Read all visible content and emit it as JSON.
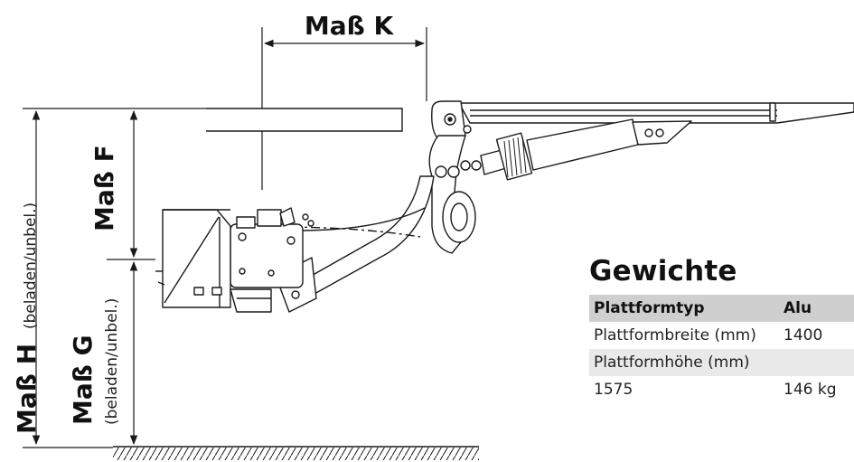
{
  "dimensions": {
    "k": "Maß K",
    "f": "Maß F",
    "h": "Maß H",
    "h_note": "(beladen/unbel.)",
    "g": "Maß G",
    "g_note": "(beladen/unbel.)"
  },
  "weights": {
    "title": "Gewichte",
    "header": [
      "Plattformtyp",
      "Alu"
    ],
    "rows": [
      [
        "Plattformbreite (mm)",
        "1400"
      ],
      [
        "Plattformhöhe (mm)",
        ""
      ],
      [
        "1575",
        "146 kg"
      ]
    ]
  },
  "colors": {
    "line": "#1a1a1a",
    "header_bg": "#cfcfcf",
    "row_bg": "#e9e9e9"
  }
}
